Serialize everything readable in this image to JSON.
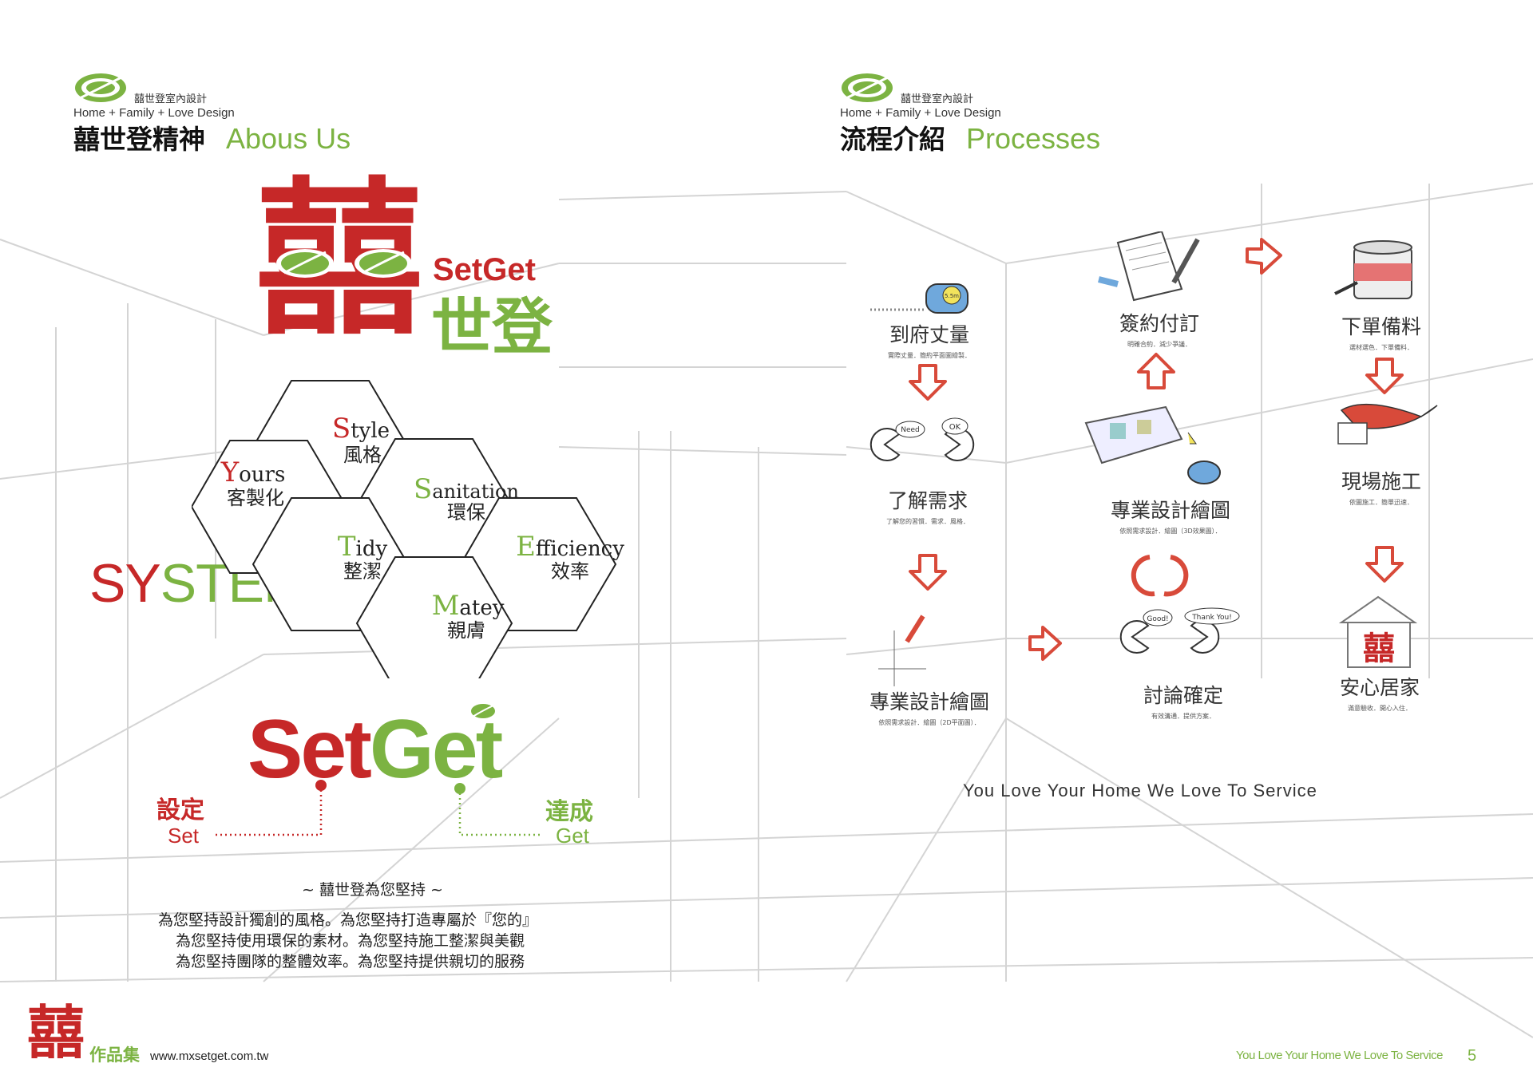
{
  "colors": {
    "red": "#c62828",
    "green": "#7cb342",
    "arrow": "#d84a3a"
  },
  "left": {
    "brand_name": "囍世登室內設計",
    "brand_tagline": "Home + Family + Love Design",
    "title_cn": "囍世登精神",
    "title_en": "Abous Us",
    "logo": {
      "en": "SetGet",
      "cn": "世登",
      "mark": "囍"
    },
    "system_prefix": "SY",
    "system_suffix": "STEM",
    "hexagons": [
      {
        "initial": "S",
        "rest": "tyle",
        "cn": "風格"
      },
      {
        "initial": "Y",
        "rest": "ours",
        "cn": "客製化"
      },
      {
        "initial": "S",
        "rest": "anitation",
        "cn": "環保"
      },
      {
        "initial": "T",
        "rest": "idy",
        "cn": "整潔"
      },
      {
        "initial": "E",
        "rest": "fficiency",
        "cn": "效率"
      },
      {
        "initial": "M",
        "rest": "atey",
        "cn": "親膚"
      }
    ],
    "setget": {
      "set": "Set",
      "get": "Get"
    },
    "set_cn": "設定",
    "set_en": "Set",
    "get_cn": "達成",
    "get_en": "Get",
    "creed_title": "~ 囍世登為您堅持 ~",
    "creed_lines": [
      "為您堅持設計獨創的風格。為您堅持打造專屬於『您的』",
      "為您堅持使用環保的素材。為您堅持施工整潔與美觀",
      "為您堅持團隊的整體效率。為您堅持提供親切的服務"
    ],
    "footer_mark": "囍",
    "footer_works": "作品集",
    "footer_url": "www.mxsetget.com.tw"
  },
  "right": {
    "brand_name": "囍世登室內設計",
    "brand_tagline": "Home + Family + Love Design",
    "title_cn": "流程介紹",
    "title_en": "Processes",
    "steps": [
      {
        "name": "到府丈量",
        "desc": "實際丈量．簡約平面圖繪製．"
      },
      {
        "name": "了解需求",
        "desc": "了解您的習慣．需求．風格．"
      },
      {
        "name": "專業設計繪圖",
        "desc": "依照需求設計．繪圖（2D平面圖）．"
      },
      {
        "name": "討論確定",
        "desc": "有效溝通．提供方案．"
      },
      {
        "name": "專業設計繪圖",
        "desc": "依照需求設計．繪圖（3D效果圖）．"
      },
      {
        "name": "簽約付訂",
        "desc": "明確合約．減少爭議．"
      },
      {
        "name": "下單備料",
        "desc": "選材選色．下單備料．"
      },
      {
        "name": "現場施工",
        "desc": "依圖施工．簡單迅速．"
      },
      {
        "name": "安心居家",
        "desc": "滿意驗收．開心入住．"
      }
    ],
    "bubbles": {
      "need": "Need",
      "ok": "OK",
      "good": "Good!",
      "thanks": "Thank You!"
    },
    "tape_label": "5.5m",
    "slogan": "You  Love  Your  Home  We  Love  To  Service",
    "footer_tagline": "You Love Your Home We Love To Service",
    "page_number": "5"
  }
}
